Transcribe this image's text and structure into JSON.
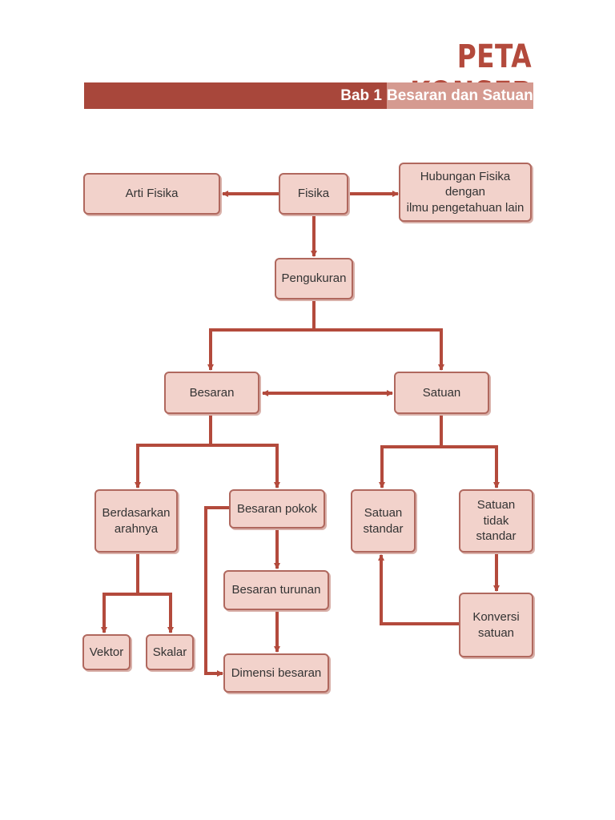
{
  "header": {
    "title": "PETA KONSEP",
    "chapter": "Bab 1",
    "chapter_title": "Besaran dan Satuan"
  },
  "nodes": {
    "arti_fisika": "Arti Fisika",
    "fisika": "Fisika",
    "hubungan": "Hubungan Fisika dengan\nilmu pengetahuan lain",
    "pengukuran": "Pengukuran",
    "besaran": "Besaran",
    "satuan": "Satuan",
    "berdasarkan": "Berdasarkan\narahnya",
    "besaran_pokok": "Besaran pokok",
    "satuan_standar": "Satuan\nstandar",
    "satuan_tidak_standar": "Satuan\ntidak\nstandar",
    "besaran_turunan": "Besaran turunan",
    "konversi": "Konversi\nsatuan",
    "vektor": "Vektor",
    "skalar": "Skalar",
    "dimensi": "Dimensi besaran"
  },
  "colors": {
    "accent": "#a8473b",
    "accent_light": "#d59a90",
    "node_fill": "#f2d2cb",
    "node_border": "#b0685e",
    "arrow": "#b34a3c"
  }
}
